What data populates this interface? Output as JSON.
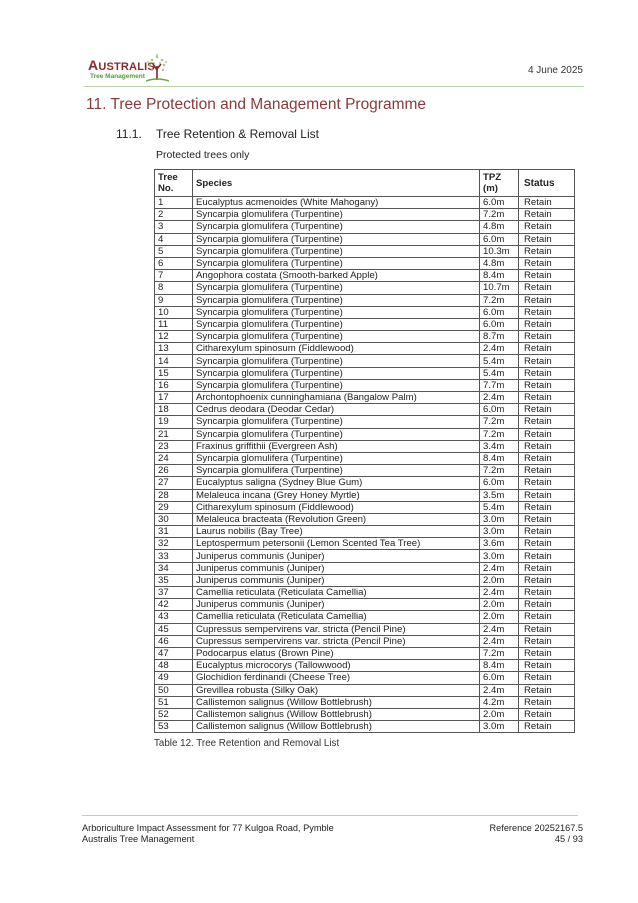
{
  "header": {
    "logo_name": "Australis",
    "logo_tagline": "Tree Management",
    "date": "4 June 2025"
  },
  "section": {
    "heading": "11.  Tree Protection and Management Programme",
    "subsection_number": "11.1.",
    "subsection_title": "Tree Retention & Removal List",
    "note": "Protected trees only"
  },
  "table": {
    "columns": [
      "Tree No.",
      "Species",
      "TPZ (m)",
      "Status"
    ],
    "header": {
      "tree_no_line1": "Tree",
      "tree_no_line2": "No.",
      "species": "Species",
      "tpz_line1": "TPZ",
      "tpz_line2": "(m)",
      "status": "Status"
    },
    "rows": [
      {
        "no": "1",
        "species": "Eucalyptus acmenoides (White Mahogany)",
        "tpz": "6.0m",
        "status": "Retain"
      },
      {
        "no": "2",
        "species": "Syncarpia glomulifera (Turpentine)",
        "tpz": "7.2m",
        "status": "Retain"
      },
      {
        "no": "3",
        "species": "Syncarpia glomulifera (Turpentine)",
        "tpz": "4.8m",
        "status": "Retain"
      },
      {
        "no": "4",
        "species": "Syncarpia glomulifera (Turpentine)",
        "tpz": "6.0m",
        "status": "Retain"
      },
      {
        "no": "5",
        "species": "Syncarpia glomulifera (Turpentine)",
        "tpz": "10.3m",
        "status": "Retain"
      },
      {
        "no": "6",
        "species": "Syncarpia glomulifera (Turpentine)",
        "tpz": "4.8m",
        "status": "Retain"
      },
      {
        "no": "7",
        "species": "Angophora costata (Smooth-barked Apple)",
        "tpz": "8.4m",
        "status": "Retain"
      },
      {
        "no": "8",
        "species": "Syncarpia glomulifera (Turpentine)",
        "tpz": "10.7m",
        "status": "Retain"
      },
      {
        "no": "9",
        "species": "Syncarpia glomulifera (Turpentine)",
        "tpz": "7.2m",
        "status": "Retain"
      },
      {
        "no": "10",
        "species": "Syncarpia glomulifera (Turpentine)",
        "tpz": "6.0m",
        "status": "Retain"
      },
      {
        "no": "11",
        "species": "Syncarpia glomulifera (Turpentine)",
        "tpz": "6.0m",
        "status": "Retain"
      },
      {
        "no": "12",
        "species": "Syncarpia glomulifera (Turpentine)",
        "tpz": "8.7m",
        "status": "Retain"
      },
      {
        "no": "13",
        "species": "Citharexylum spinosum (Fiddlewood)",
        "tpz": "2.4m",
        "status": "Retain"
      },
      {
        "no": "14",
        "species": "Syncarpia glomulifera (Turpentine)",
        "tpz": "5.4m",
        "status": "Retain"
      },
      {
        "no": "15",
        "species": "Syncarpia glomulifera (Turpentine)",
        "tpz": "5.4m",
        "status": "Retain"
      },
      {
        "no": "16",
        "species": "Syncarpia glomulifera (Turpentine)",
        "tpz": "7.7m",
        "status": "Retain"
      },
      {
        "no": "17",
        "species": "Archontophoenix cunninghamiana (Bangalow Palm)",
        "tpz": "2.4m",
        "status": "Retain"
      },
      {
        "no": "18",
        "species": "Cedrus deodara (Deodar Cedar)",
        "tpz": "6.0m",
        "status": "Retain"
      },
      {
        "no": "19",
        "species": "Syncarpia glomulifera (Turpentine)",
        "tpz": "7.2m",
        "status": "Retain"
      },
      {
        "no": "21",
        "species": "Syncarpia glomulifera (Turpentine)",
        "tpz": "7.2m",
        "status": "Retain"
      },
      {
        "no": "23",
        "species": "Fraxinus griffithii (Evergreen Ash)",
        "tpz": "3.4m",
        "status": "Retain"
      },
      {
        "no": "24",
        "species": "Syncarpia glomulifera (Turpentine)",
        "tpz": "8.4m",
        "status": "Retain"
      },
      {
        "no": "26",
        "species": "Syncarpia glomulifera (Turpentine)",
        "tpz": "7.2m",
        "status": "Retain"
      },
      {
        "no": "27",
        "species": "Eucalyptus saligna (Sydney Blue Gum)",
        "tpz": "6.0m",
        "status": "Retain"
      },
      {
        "no": "28",
        "species": "Melaleuca incana (Grey Honey Myrtle)",
        "tpz": "3.5m",
        "status": "Retain"
      },
      {
        "no": "29",
        "species": "Citharexylum spinosum (Fiddlewood)",
        "tpz": "5.4m",
        "status": "Retain"
      },
      {
        "no": "30",
        "species": "Melaleuca bracteata (Revolution Green)",
        "tpz": "3.0m",
        "status": "Retain"
      },
      {
        "no": "31",
        "species": "Laurus nobilis (Bay Tree)",
        "tpz": "3.0m",
        "status": "Retain"
      },
      {
        "no": "32",
        "species": "Leptospermum petersonii (Lemon Scented Tea Tree)",
        "tpz": "3.6m",
        "status": "Retain"
      },
      {
        "no": "33",
        "species": "Juniperus communis (Juniper)",
        "tpz": "3.0m",
        "status": "Retain"
      },
      {
        "no": "34",
        "species": "Juniperus communis (Juniper)",
        "tpz": "2.4m",
        "status": "Retain"
      },
      {
        "no": "35",
        "species": "Juniperus communis (Juniper)",
        "tpz": "2.0m",
        "status": "Retain"
      },
      {
        "no": "37",
        "species": "Camellia reticulata (Reticulata Camellia)",
        "tpz": "2.4m",
        "status": "Retain"
      },
      {
        "no": "42",
        "species": "Juniperus communis (Juniper)",
        "tpz": "2.0m",
        "status": "Retain"
      },
      {
        "no": "43",
        "species": "Camellia reticulata (Reticulata Camellia)",
        "tpz": "2.0m",
        "status": "Retain"
      },
      {
        "no": "45",
        "species": "Cupressus sempervirens var. stricta (Pencil Pine)",
        "tpz": "2.4m",
        "status": "Retain"
      },
      {
        "no": "46",
        "species": "Cupressus sempervirens var. stricta (Pencil Pine)",
        "tpz": "2.4m",
        "status": "Retain"
      },
      {
        "no": "47",
        "species": "Podocarpus elatus (Brown Pine)",
        "tpz": "7.2m",
        "status": "Retain"
      },
      {
        "no": "48",
        "species": "Eucalyptus microcorys (Tallowwood)",
        "tpz": "8.4m",
        "status": "Retain"
      },
      {
        "no": "49",
        "species": "Glochidion ferdinandi (Cheese Tree)",
        "tpz": "6.0m",
        "status": "Retain"
      },
      {
        "no": "50",
        "species": "Grevillea robusta (Silky Oak)",
        "tpz": "2.4m",
        "status": "Retain"
      },
      {
        "no": "51",
        "species": "Callistemon salignus (Willow Bottlebrush)",
        "tpz": "4.2m",
        "status": "Retain"
      },
      {
        "no": "52",
        "species": "Callistemon salignus (Willow Bottlebrush)",
        "tpz": "2.0m",
        "status": "Retain"
      },
      {
        "no": "53",
        "species": "Callistemon salignus (Willow Bottlebrush)",
        "tpz": "3.0m",
        "status": "Retain"
      }
    ],
    "caption": "Table 12. Tree Retention and Removal List"
  },
  "footer": {
    "document_title": "Arboriculture Impact Assessment for 77 Kulgoa Road, Pymble",
    "company": "Australis Tree Management",
    "reference": "Reference 20252167.5",
    "page": "45 / 93"
  },
  "colors": {
    "heading": "#8a3a3a",
    "logo_red": "#8a2a2a",
    "logo_green": "#5a9a3a",
    "rule": "#b9d3a8"
  }
}
